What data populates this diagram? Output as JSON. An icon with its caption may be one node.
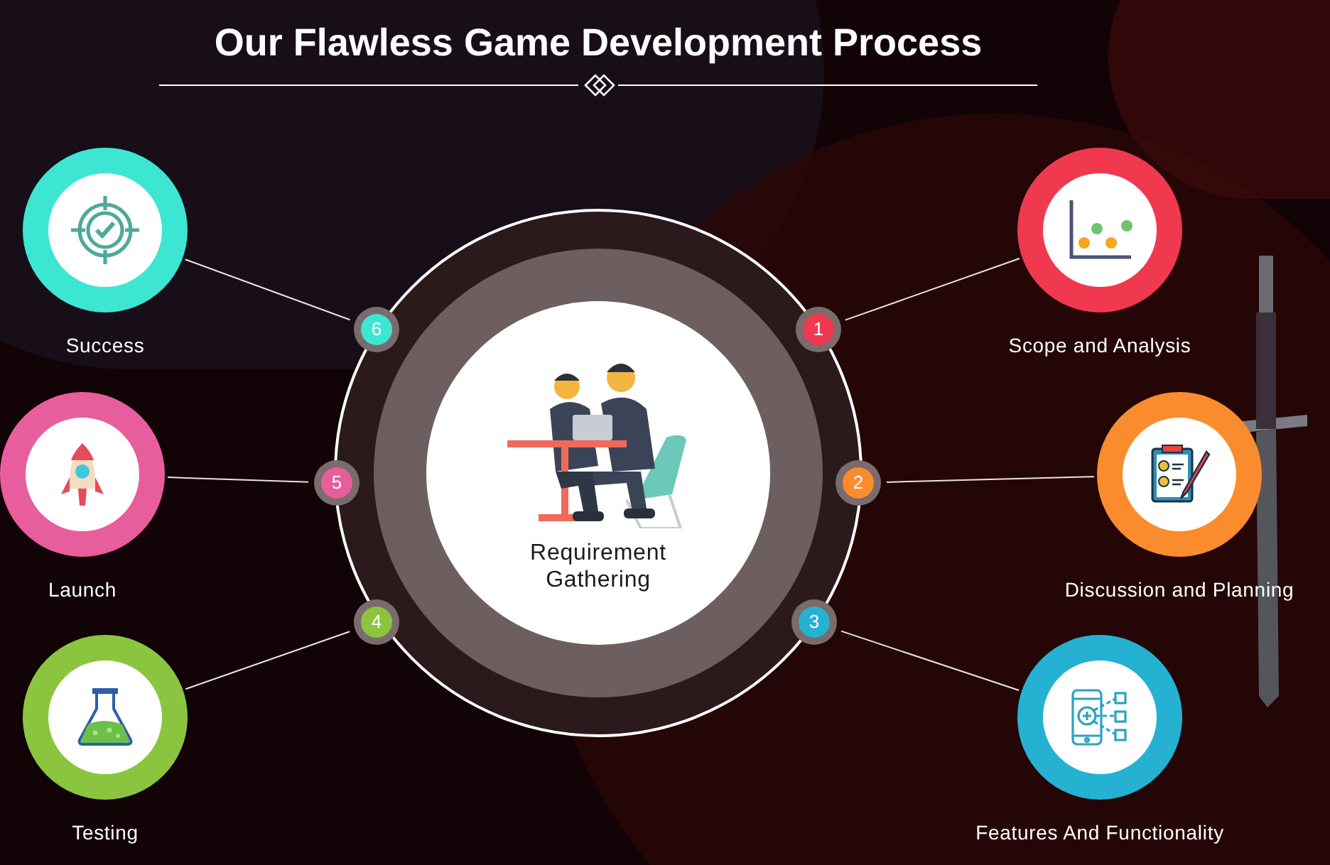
{
  "diagram": {
    "title": "Our Flawless Game Development Process",
    "nodes": [
      {
        "text": [
          "Requirement Gathering"
        ]
      },
      {
        "text": [
          "1"
        ]
      },
      {
        "text": [
          "2"
        ]
      },
      {
        "text": [
          "3"
        ]
      },
      {
        "text": [
          "4"
        ]
      },
      {
        "text": [
          "5"
        ]
      },
      {
        "text": [
          "6"
        ]
      },
      {
        "text": [
          "Scope and Analysis"
        ]
      },
      {
        "text": [
          "Discussion and Planning"
        ]
      },
      {
        "text": [
          "Features And Functionality"
        ]
      },
      {
        "text": [
          "Testing"
        ]
      },
      {
        "text": [
          "Launch"
        ]
      },
      {
        "text": [
          "Success"
        ]
      }
    ],
    "edges": [
      {
        "from": 1,
        "to": 7,
        "arrow": "none"
      },
      {
        "from": 2,
        "to": 8,
        "arrow": "none"
      },
      {
        "from": 3,
        "to": 9,
        "arrow": "none"
      },
      {
        "from": 4,
        "to": 10,
        "arrow": "none"
      },
      {
        "from": 5,
        "to": 11,
        "arrow": "none"
      },
      {
        "from": 6,
        "to": 12,
        "arrow": "none"
      }
    ]
  }
}
